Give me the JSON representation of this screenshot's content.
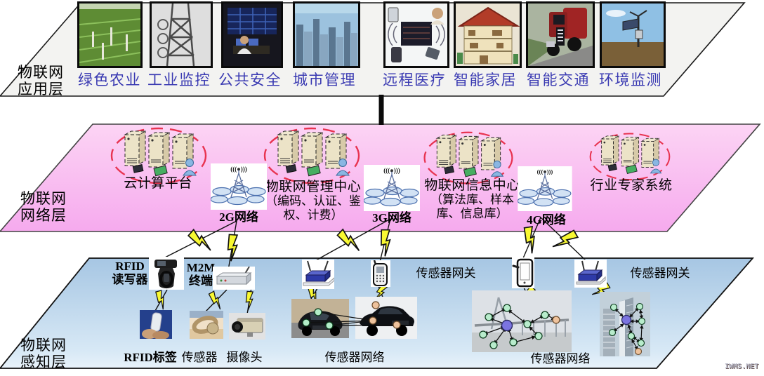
{
  "watermark": "IWMS.NET",
  "colors": {
    "app_layer_fill": "#f3f3f1",
    "network_layer_fill": "#f8b9ef",
    "perception_layer_fill": "#aecbe6",
    "app_label_blue": "#3a3ab2",
    "ellipse_red": "#e83350",
    "bolt_yellow": "#f8f832"
  },
  "layers": {
    "application": {
      "line1": "物联网",
      "line2": "应用层"
    },
    "network": {
      "line1": "物联网",
      "line2": "网络层"
    },
    "perception": {
      "line1": "物联网",
      "line2": "感知层"
    }
  },
  "applications": [
    {
      "label": "绿色农业"
    },
    {
      "label": "工业监控"
    },
    {
      "label": "公共安全"
    },
    {
      "label": "城市管理"
    },
    {
      "label": "远程医疗"
    },
    {
      "label": "智能家居"
    },
    {
      "label": "智能交通"
    },
    {
      "label": "环境监测"
    }
  ],
  "network_layer": {
    "tower_waves": "(((●)))",
    "platforms": [
      {
        "title": "云计算平台"
      },
      {
        "title": "物联网管理中心",
        "sub1": "（编码、认证、鉴",
        "sub2": "权、计费）"
      },
      {
        "title": "物联网信息中心",
        "sub1": "（算法库、样本",
        "sub2": "库、信息库）"
      },
      {
        "title": "行业专家系统"
      }
    ],
    "cells": [
      {
        "label": "2G网络"
      },
      {
        "label": "3G网络"
      },
      {
        "label": "4G网络"
      }
    ]
  },
  "perception_layer": {
    "rfid_reader": {
      "line1": "RFID",
      "line2": "读写器"
    },
    "m2m": {
      "line1": "M2M",
      "line2": "终端"
    },
    "gateway_left": "传感器网关",
    "gateway_right": "传感器网关",
    "rfid_tag": "RFID标签",
    "sensor": "传感器",
    "camera": "摄像头",
    "car_network": "传感器网络",
    "bridge_network": "传感器网络"
  }
}
